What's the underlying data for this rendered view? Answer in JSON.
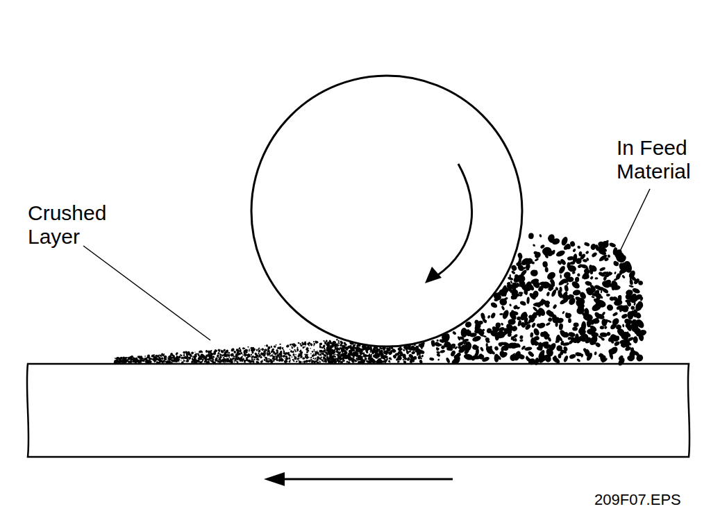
{
  "diagram": {
    "labels": [
      "Crushed Layer",
      "In Feed Material",
      "209F07.EPS"
    ]
  }
}
